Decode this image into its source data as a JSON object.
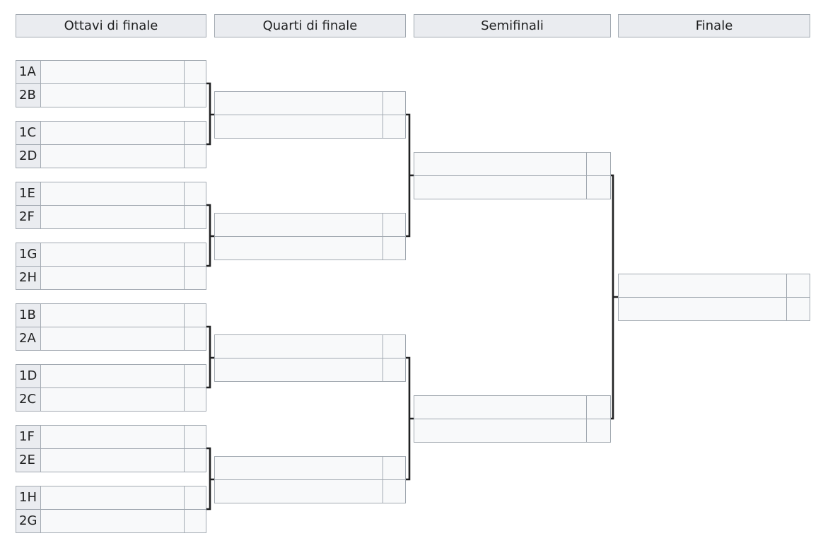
{
  "rounds": [
    {
      "label": "Ottavi di finale"
    },
    {
      "label": "Quarti di finale"
    },
    {
      "label": "Semifinali"
    },
    {
      "label": "Finale"
    }
  ],
  "round_of_16": {
    "seeds": [
      "1A",
      "2B",
      "1C",
      "2D",
      "1E",
      "2F",
      "1G",
      "2H",
      "1B",
      "2A",
      "1D",
      "2C",
      "1F",
      "2E",
      "1H",
      "2G"
    ]
  }
}
